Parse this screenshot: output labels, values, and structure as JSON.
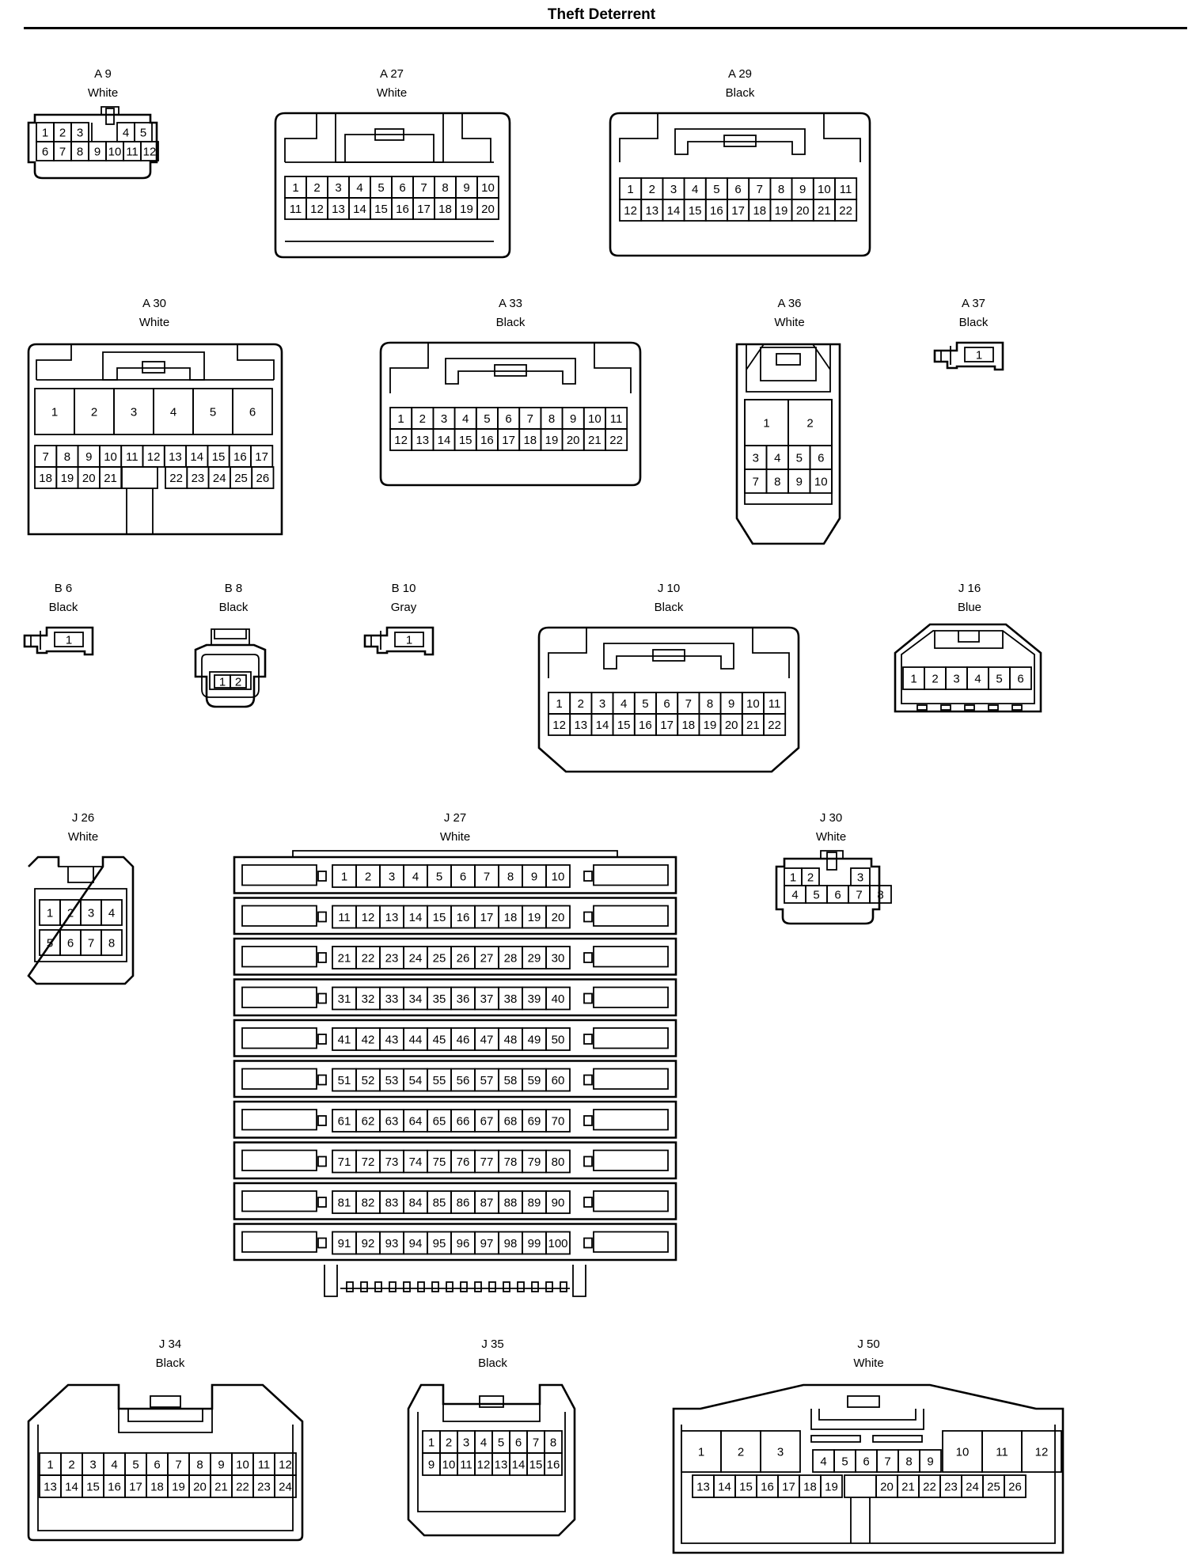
{
  "page": {
    "title": "Theft Deterrent"
  },
  "connectors": [
    {
      "id": "A 9",
      "color": "White"
    },
    {
      "id": "A 27",
      "color": "White"
    },
    {
      "id": "A 29",
      "color": "Black"
    },
    {
      "id": "A 30",
      "color": "White"
    },
    {
      "id": "A 33",
      "color": "Black"
    },
    {
      "id": "A 36",
      "color": "White"
    },
    {
      "id": "A 37",
      "color": "Black"
    },
    {
      "id": "B 6",
      "color": "Black"
    },
    {
      "id": "B 8",
      "color": "Black"
    },
    {
      "id": "B 10",
      "color": "Gray"
    },
    {
      "id": "J 10",
      "color": "Black"
    },
    {
      "id": "J 16",
      "color": "Blue"
    },
    {
      "id": "J 26",
      "color": "White"
    },
    {
      "id": "J 27",
      "color": "White"
    },
    {
      "id": "J 30",
      "color": "White"
    },
    {
      "id": "J 34",
      "color": "Black"
    },
    {
      "id": "J 35",
      "color": "Black"
    },
    {
      "id": "J 50",
      "color": "White"
    }
  ]
}
